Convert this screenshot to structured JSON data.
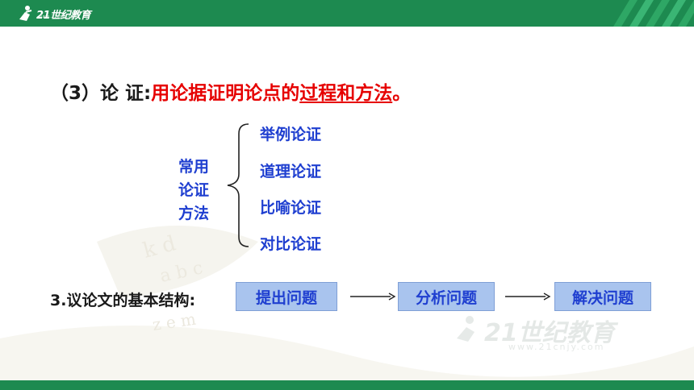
{
  "logo": {
    "text": "21世纪教育",
    "sub": "www.21cnjy.com"
  },
  "watermark": {
    "text": "21世纪教育",
    "sub": "www.21cnjy.com"
  },
  "heading": {
    "prefix": "（3）论 证:",
    "red_text": "用论据证明论点的",
    "underlined_text": "过程和方法",
    "suffix": "。"
  },
  "methods": {
    "label_lines": [
      "常用",
      "论证",
      "方法"
    ],
    "items": [
      "举例论证",
      "道理论证",
      "比喻论证",
      "对比论证"
    ]
  },
  "structure": {
    "label": "3.议论文的基本结构:",
    "steps": [
      "提出问题",
      "分析问题",
      "解决问题"
    ]
  },
  "colors": {
    "green": "#1d8a50",
    "blue_text": "#1f3fd0",
    "red_text": "#e60000",
    "box_fill": "#a9c4ee"
  }
}
